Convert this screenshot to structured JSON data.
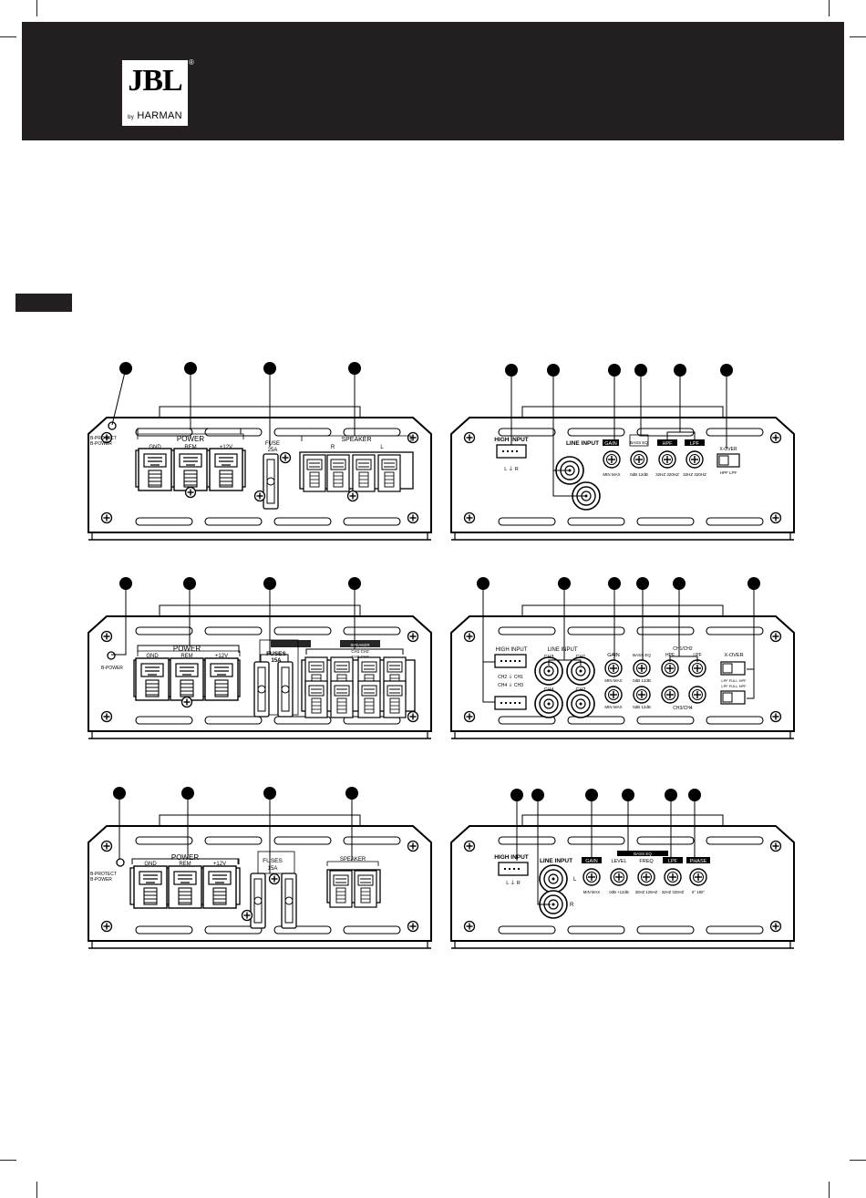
{
  "brand": {
    "logo": "JBL",
    "byline_prefix": "by",
    "byline": "HARMAN",
    "reg_mark": "®"
  },
  "panels": {
    "p1_power": {
      "led": "B-PROTECT\nB-POWER",
      "power_title": "POWER",
      "gnd": "GND",
      "rem": "REM",
      "v12": "+12V",
      "fuse": "FUSE",
      "fuse_rating": "25A",
      "speaker_title": "SPEAKER",
      "speaker_channels": [
        "R",
        "L"
      ]
    },
    "p1_input": {
      "high_input": "HIGH INPUT",
      "high_input_pins": "L  ⏚  R",
      "line_input": "LINE INPUT",
      "gain": "GAIN",
      "bass_eq": "BASS EQ",
      "hpf": "HPF",
      "lpf": "LPF",
      "xover": "X-OVER",
      "gain_range": "MIN    MAX",
      "bass_range": "0dB   12dB",
      "hpf_range": "32HZ 320HZ",
      "lpf_range": "32HZ 320HZ",
      "xover_positions": "HPF  LPF"
    },
    "p2_power": {
      "led": "B-POWER",
      "power_title": "POWER",
      "gnd": "GND",
      "rem": "REM",
      "v12": "+12V",
      "fuses": "FUSES",
      "fuse_rating": "15A",
      "speaker_title": "SPEAKER",
      "speaker_row1": "CH1      CH2",
      "speaker_row2": "CH3      CH4"
    },
    "p2_input": {
      "high_input": "HIGH INPUT",
      "high_pins_top": "CH2  ⏚  CH1",
      "high_pins_bottom": "CH4  ⏚  CH3",
      "line_input": "LINE INPUT",
      "ch3": "CH3",
      "ch1": "CH1",
      "ch4": "CH4",
      "ch2": "CH2",
      "gain": "GAIN",
      "bass_eq": "BASS EQ",
      "ch12_label": "CH1/CH2",
      "hpf": "HPF",
      "lpf": "LPF",
      "xover": "X-OVER",
      "gain_range": "MIN    MAX",
      "bass_range": "0dB   12dB",
      "ch34_label": "CH3/CH4",
      "xover_positions1": "LPF FULL HPF",
      "xover_positions2": "LPF FULL HPF"
    },
    "p3_power": {
      "led": "B-PROTECT\nB-POWER",
      "power_title": "POWER",
      "gnd": "GND",
      "rem": "REM",
      "v12": "+12V",
      "fuses": "FUSES",
      "fuse_rating": "15A",
      "speaker_title": "SPEAKER"
    },
    "p3_input": {
      "high_input": "HIGH INPUT",
      "high_input_pins": "L  ⏚  R",
      "line_input": "LINE INPUT",
      "line_l": "L",
      "line_r": "R",
      "bass_eq": "BASS EQ",
      "gain": "GAIN",
      "level": "LEVEL",
      "freq": "FREQ",
      "lpf": "LPF",
      "phase": "PHASE",
      "gain_range": "MIN  MAX",
      "level_range": "0dB  +12dB",
      "freq_range": "30HZ  125HZ",
      "lpf_range": "32HZ  320HZ",
      "phase_range": "0°  180°"
    }
  },
  "colors": {
    "header": "#231f20",
    "line": "#000000",
    "page": "#ffffff"
  }
}
